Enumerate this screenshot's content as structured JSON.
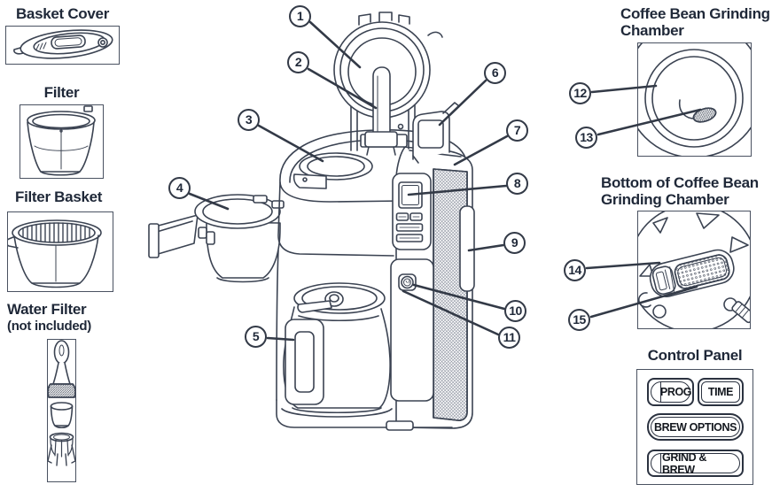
{
  "colors": {
    "ink": "#3b4352",
    "heading": "#1f2838",
    "leader_line": "#333a47"
  },
  "left_panel": {
    "items": [
      {
        "title": "Basket Cover"
      },
      {
        "title": "Filter"
      },
      {
        "title": "Filter Basket"
      },
      {
        "title": "Water Filter",
        "subtitle": "(not included)"
      }
    ]
  },
  "right_panel": {
    "grinding_chamber": {
      "title_lines": [
        "Coffee Bean Grinding",
        "Chamber"
      ]
    },
    "bottom_chamber": {
      "title_lines": [
        "Bottom of Coffee Bean",
        "Grinding Chamber"
      ]
    },
    "control_panel": {
      "title": "Control Panel",
      "buttons": [
        {
          "label": "PROG"
        },
        {
          "label": "TIME"
        },
        {
          "label": "BREW OPTIONS"
        },
        {
          "label": "GRIND & BREW"
        }
      ]
    }
  },
  "callouts": [
    {
      "n": "1"
    },
    {
      "n": "2"
    },
    {
      "n": "3"
    },
    {
      "n": "4"
    },
    {
      "n": "5"
    },
    {
      "n": "6"
    },
    {
      "n": "7"
    },
    {
      "n": "8"
    },
    {
      "n": "9"
    },
    {
      "n": "10"
    },
    {
      "n": "11"
    },
    {
      "n": "12"
    },
    {
      "n": "13"
    },
    {
      "n": "14"
    },
    {
      "n": "15"
    }
  ]
}
